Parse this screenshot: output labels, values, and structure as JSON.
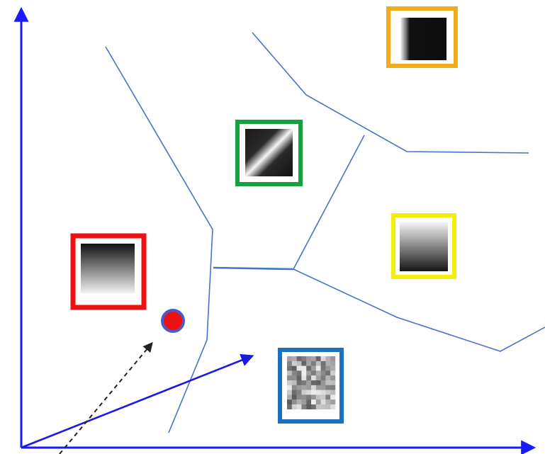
{
  "diagram": {
    "colors": {
      "axis": "#1a1aff",
      "vector": "#1a1add",
      "boundary": "#4a73c4",
      "query_fill": "#ee1111",
      "query_ring": "#4a5cc8",
      "arrow": "#222222"
    },
    "prototypes": [
      {
        "name": "prototype-orange",
        "frame_color": "#f0ac1c",
        "pattern": "dark-square"
      },
      {
        "name": "prototype-green",
        "frame_color": "#18a040",
        "pattern": "diagonal-bar"
      },
      {
        "name": "prototype-red",
        "frame_color": "#ee1111",
        "pattern": "vertical-gradient-dark-top"
      },
      {
        "name": "prototype-yellow",
        "frame_color": "#f2ee0a",
        "pattern": "vertical-gradient-light-top"
      },
      {
        "name": "prototype-blue",
        "frame_color": "#1c70c0",
        "pattern": "noise"
      }
    ]
  }
}
